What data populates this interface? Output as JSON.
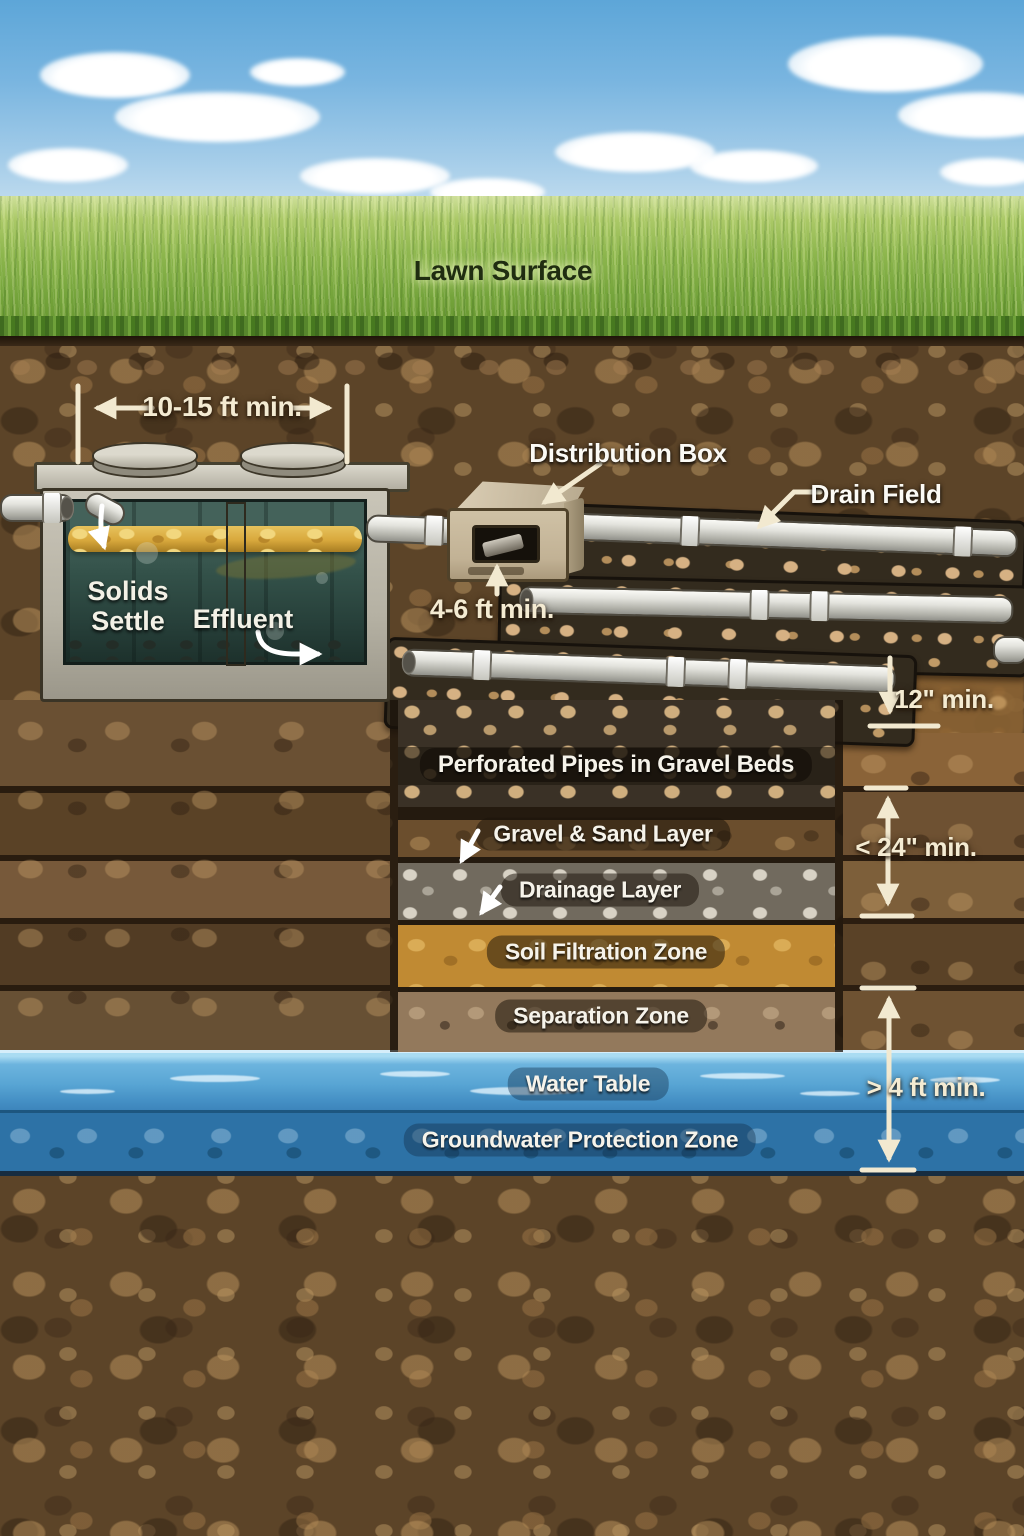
{
  "labels": {
    "lawn_surface": "Lawn Surface",
    "tank_spacing": "10-15 ft min.",
    "solids_settle_line1": "Solids",
    "solids_settle_line2": "Settle",
    "effluent": "Effluent",
    "distribution_box": "Distribution Box",
    "distribution_box_depth": "4-6 ft min.",
    "drain_field": "Drain Field",
    "pipe_cover_depth": "12\" min.",
    "unsaturated_depth": "< 24\" min.",
    "water_table_separation": "> 4 ft min."
  },
  "layers": [
    {
      "name": "perforated-pipes",
      "label": "Perforated Pipes in Gravel Beds"
    },
    {
      "name": "gravel-sand",
      "label": "Gravel & Sand Layer"
    },
    {
      "name": "drainage",
      "label": "Drainage Layer"
    },
    {
      "name": "soil-filtration",
      "label": "Soil Filtration Zone"
    },
    {
      "name": "separation",
      "label": "Separation Zone"
    },
    {
      "name": "water-table",
      "label": "Water Table"
    },
    {
      "name": "groundwater",
      "label": "Groundwater Protection Zone"
    }
  ],
  "colors": {
    "sky": "#79b5e0",
    "grass": "#8db64d",
    "soil": "#5c4428",
    "gravel": "#d6b183",
    "water_table": "#58a5d4",
    "groundwater": "#2d72a6",
    "concrete": "#c2beb0",
    "scum": "#d8a83c",
    "tank_liquid": "#30504a",
    "pipe_white": "#eeeee9",
    "pipe_black": "#221e18",
    "dimension_text": "#f4ebd2"
  }
}
